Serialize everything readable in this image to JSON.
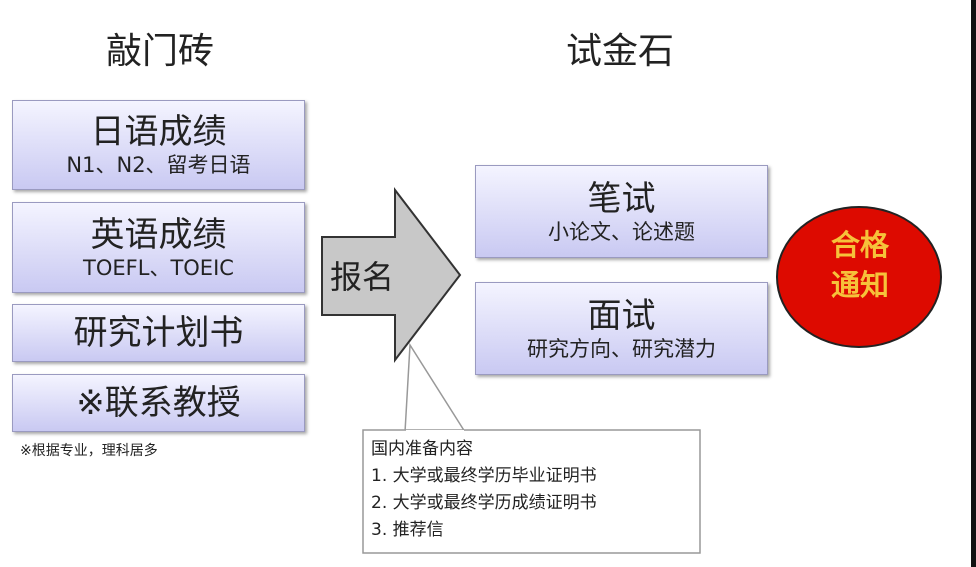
{
  "headers": {
    "left": "敲门砖",
    "right": "试金石"
  },
  "left_boxes": [
    {
      "main": "日语成绩",
      "sub": "N1、N2、留考日语"
    },
    {
      "main": "英语成绩",
      "sub": "TOEFL、TOEIC"
    },
    {
      "main": "研究计划书"
    },
    {
      "main": "※联系教授"
    }
  ],
  "footnote": "※根据专业，理科居多",
  "arrow_label": "报名",
  "right_boxes": [
    {
      "main": "笔试",
      "sub": "小论文、论述题"
    },
    {
      "main": "面试",
      "sub": "研究方向、研究潜力"
    }
  ],
  "result": {
    "line1": "合格",
    "line2": "通知",
    "color": "#dd0a00"
  },
  "callout": {
    "title": "国内准备内容",
    "items": [
      "1. 大学或最终学历毕业证明书",
      "2. 大学或最终学历成绩证明书",
      "3. 推荐信"
    ]
  }
}
